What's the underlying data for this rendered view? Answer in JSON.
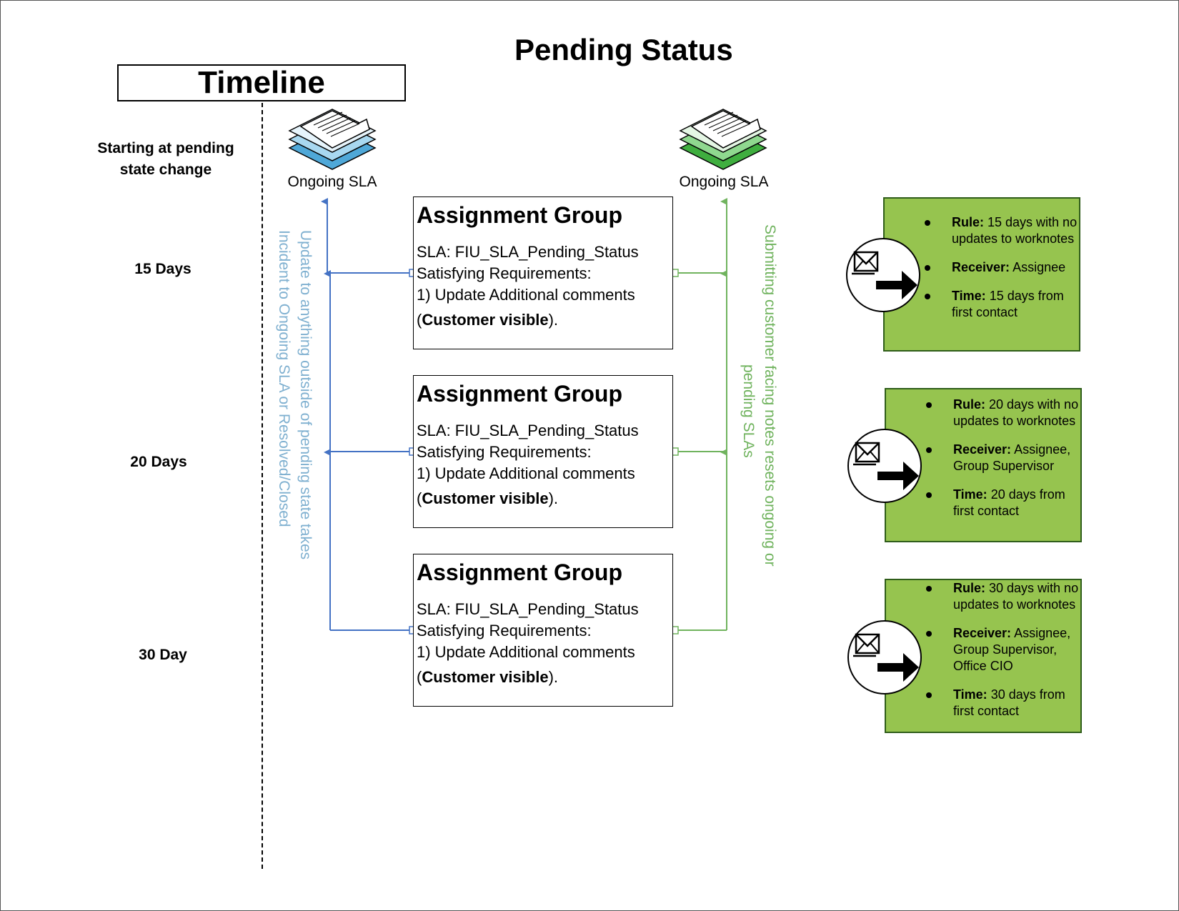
{
  "title": "Pending Status",
  "timeline": {
    "heading": "Timeline",
    "start_label": "Starting at pending state change",
    "markers": [
      "15 Days",
      "20 Days",
      "30 Day"
    ]
  },
  "ongoing_sla": {
    "left_label": "Ongoing SLA",
    "right_label": "Ongoing SLA"
  },
  "flows": {
    "left_text_line1": "Update to anything outside of pending state takes",
    "left_text_line2": "Incident to Ongoing  SLA or Resolved/Closed",
    "right_text_line1": "Submitting customer facing notes resets ongoing or",
    "right_text_line2": "pending SLAs"
  },
  "assignment_groups": [
    {
      "heading": "Assignment Group",
      "sla": "SLA: FIU_SLA_Pending_Status",
      "req": "Satisfying Requirements:",
      "step": "1) Update Additional comments",
      "open": "(",
      "visible": "Customer visible",
      "close": ")."
    },
    {
      "heading": "Assignment Group",
      "sla": "SLA: FIU_SLA_Pending_Status",
      "req": "Satisfying Requirements:",
      "step": "1) Update Additional comments",
      "open": "(",
      "visible": "Customer visible",
      "close": ")."
    },
    {
      "heading": "Assignment Group",
      "sla": "SLA: FIU_SLA_Pending_Status",
      "req": "Satisfying Requirements:",
      "step": "1) Update Additional comments",
      "open": "(",
      "visible": "Customer visible",
      "close": ")."
    }
  ],
  "notifications": [
    {
      "icon": "email-send-icon",
      "rule_key": "Rule:",
      "rule_val": " 15 days with no updates to worknotes",
      "receiver_key": "Receiver:",
      "receiver_val": "  Assignee",
      "time_key": "Time:",
      "time_val": " 15 days from first contact"
    },
    {
      "icon": "email-send-icon",
      "rule_key": "Rule:",
      "rule_val": " 20 days with no updates to worknotes",
      "receiver_key": "Receiver:",
      "receiver_val": "  Assignee, Group Supervisor",
      "time_key": "Time:",
      "time_val": " 20 days from first contact"
    },
    {
      "icon": "email-send-icon",
      "rule_key": "Rule:",
      "rule_val": " 30 days with no updates to worknotes",
      "receiver_key": "Receiver:",
      "receiver_val": "  Assignee, Group Supervisor, Office CIO",
      "time_key": "Time:",
      "time_val": " 30 days from first contact"
    }
  ],
  "colors": {
    "blue_flow": "#4472c4",
    "blue_text": "#7fb0d0",
    "green_flow": "#70b35e",
    "green_text": "#70b35e",
    "notice_fill": "#96c44f"
  }
}
